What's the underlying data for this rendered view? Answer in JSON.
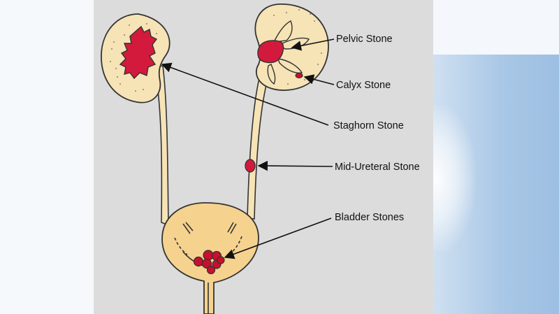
{
  "labels": {
    "pelvic": "Pelvic Stone",
    "calyx": "Calyx Stone",
    "staghorn": "Staghorn Stone",
    "mid_ureteral": "Mid-Ureteral Stone",
    "bladder": "Bladder Stones"
  },
  "colors": {
    "kidney_fill": "#f6e3b6",
    "bladder_fill": "#f5d28e",
    "stone": "#c8102e",
    "outline": "#333333",
    "panel": "#dcdcdc"
  }
}
